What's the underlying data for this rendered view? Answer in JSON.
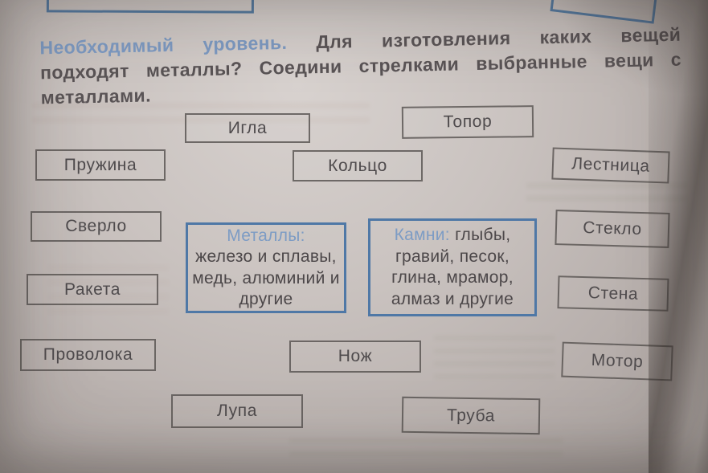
{
  "instruction": {
    "level_label": "Необходимый уровень.",
    "line1_rest": "Для изготовления каких вещей",
    "line2": "подходят металлы? Соедини стрелками выбранные вещи с",
    "line3": "металлами.",
    "full_text": "Необходимый уровень. Для изготовления каких вещей подходят металлы? Соедини стрелками выбранные вещи с металлами."
  },
  "items": [
    {
      "id": "igla",
      "label": "Игла"
    },
    {
      "id": "topor",
      "label": "Топор"
    },
    {
      "id": "pruzhina",
      "label": "Пружина"
    },
    {
      "id": "koltso",
      "label": "Кольцо"
    },
    {
      "id": "lestnitsa",
      "label": "Лестница"
    },
    {
      "id": "sverlo",
      "label": "Сверло"
    },
    {
      "id": "steklo",
      "label": "Стекло"
    },
    {
      "id": "raketa",
      "label": "Ракета"
    },
    {
      "id": "stena",
      "label": "Стена"
    },
    {
      "id": "provoloka",
      "label": "Проволока"
    },
    {
      "id": "nozh",
      "label": "Нож"
    },
    {
      "id": "motor",
      "label": "Мотор"
    },
    {
      "id": "lupa",
      "label": "Лупа"
    },
    {
      "id": "truba",
      "label": "Труба"
    }
  ],
  "categories": [
    {
      "id": "metally",
      "name": "Металлы:",
      "description": "железо и сплавы, медь, алюминий и другие"
    },
    {
      "id": "kamni",
      "name": "Камни:",
      "description": "глыбы, гравий, песок, глина, мрамор, алмаз и другие"
    }
  ],
  "colors": {
    "accent_blue_text": "#7d9ac2",
    "category_border_blue": "#4f78a6",
    "item_border_gray": "#5c5755",
    "body_text": "#4f4b4d",
    "paper": "#c9c2bf"
  }
}
